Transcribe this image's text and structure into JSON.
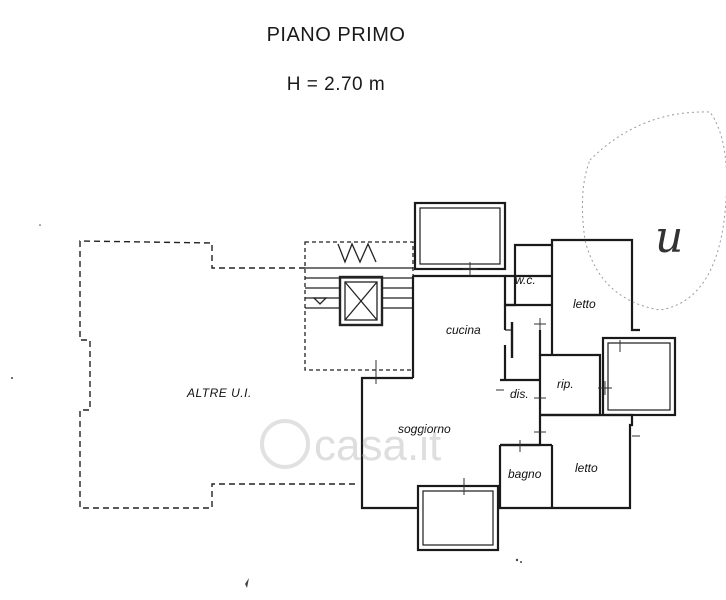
{
  "header": {
    "floor_title": "PIANO PRIMO",
    "height_note": "H = 2.70 m"
  },
  "rooms": {
    "other_units": "ALTRE U.I.",
    "wc": "w.c.",
    "bedroom_top": "letto",
    "kitchen": "cucina",
    "hallway": "dis.",
    "storage": "rip.",
    "living": "soggiorno",
    "bathroom": "bagno",
    "bedroom_bottom": "letto"
  },
  "watermark": "casa.it",
  "stamp": {
    "signature": "u"
  },
  "colors": {
    "ink": "#1a1a1a",
    "watermark": "#b8b8b8"
  }
}
